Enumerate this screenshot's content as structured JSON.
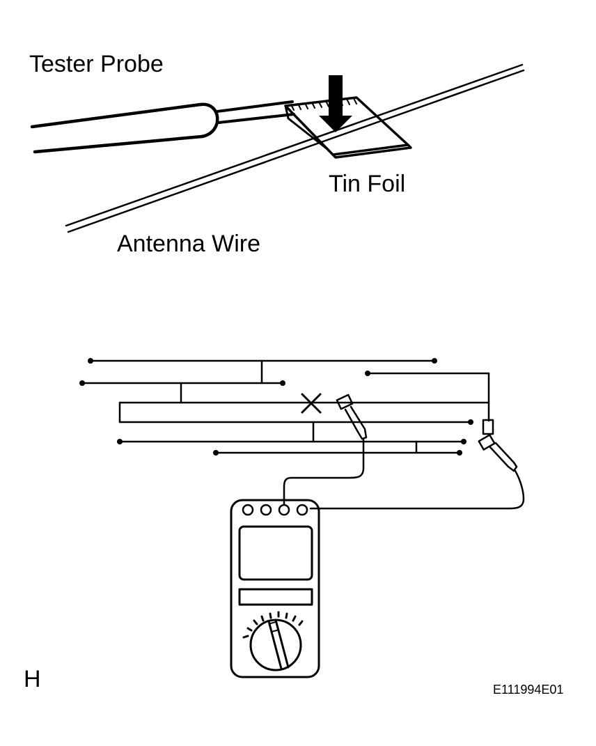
{
  "labels": {
    "tester_probe": "Tester Probe",
    "tin_foil": "Tin Foil",
    "antenna_wire": "Antenna Wire",
    "corner_letter": "H",
    "figure_code": "E111994E01"
  },
  "colors": {
    "ink": "#000000",
    "background": "#ffffff"
  }
}
